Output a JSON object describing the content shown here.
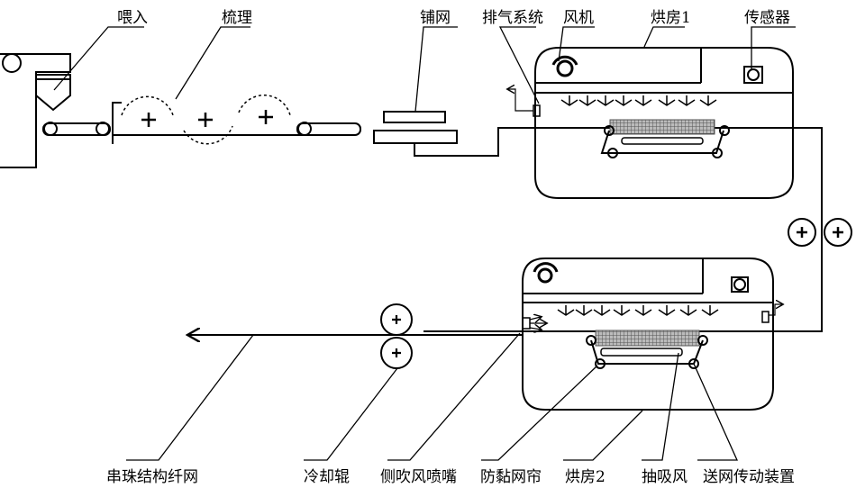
{
  "diagram": {
    "title": "",
    "labels": {
      "feed": "喂入",
      "carding": "梳理",
      "web_laying": "铺网",
      "exhaust": "排气系统",
      "fan": "风机",
      "oven1": "烘房1",
      "sensor": "传感器",
      "product": "串珠结构纤网",
      "cooling_roller": "冷却辊",
      "side_nozzle": "侧吹风喷嘴",
      "anti_stick_belt": "防黏网帘",
      "oven2": "烘房2",
      "suction": "抽吸风",
      "drive": "送网传动装置"
    },
    "colors": {
      "line": "#000000",
      "mesh": "#888888",
      "background": "#ffffff"
    }
  }
}
